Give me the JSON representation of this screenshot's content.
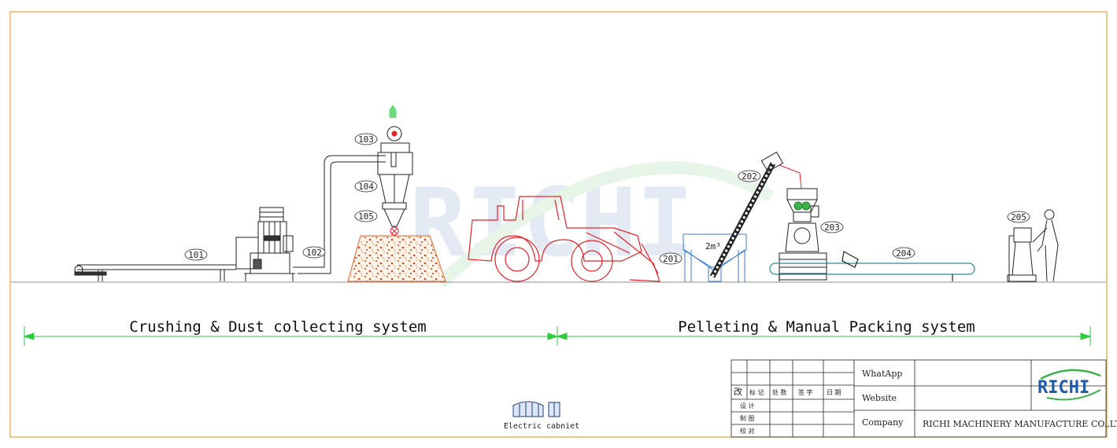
{
  "labels": {
    "c101": "101",
    "c102": "102",
    "c103": "103",
    "c104": "104",
    "c105": "105",
    "c201": "201",
    "c202": "202",
    "c203": "203",
    "c204": "204",
    "c205": "205",
    "bin_volume": "2m³"
  },
  "systems": {
    "left": "Crushing & Dust collecting system",
    "right": "Pelleting & Manual Packing system"
  },
  "cabinet": {
    "label": "Electric cabniet"
  },
  "watermark": {
    "text": "RICHI"
  },
  "title_block": {
    "grid": {
      "gai": "改",
      "biaoji": "标 记",
      "chushu": "处 数",
      "qianzi": "签 字",
      "riqi": "日 期",
      "sheji": "设 计",
      "zhitu": "制 图",
      "jiaodui": "校 对"
    },
    "fields": {
      "whatsapp_label": "WhatApp",
      "website_label": "Website",
      "company_label": "Company",
      "company_value": "RICHI MACHINERY MANUFACTURE CO.,LTD"
    },
    "logo": {
      "text": "RICHI"
    }
  },
  "colors": {
    "frame": "#e8a33c",
    "dimension": "#2ecc40",
    "loader": "#e8202a",
    "material": "#e8632a",
    "conveyor": "#2a8f8f",
    "bin": "#3a7bd5",
    "logo_blue": "#1f5aa8",
    "logo_green": "#3bb34a"
  }
}
